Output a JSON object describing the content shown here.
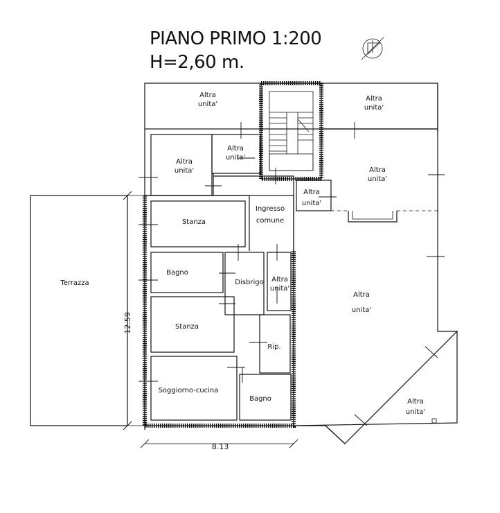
{
  "header": {
    "title": "PIANO PRIMO   1:200",
    "height": "H=2,60 m."
  },
  "north_icon": "north-arrow-icon",
  "rooms": {
    "altra_top_left": [
      "Altra",
      "unita'"
    ],
    "altra_top_right": [
      "Altra",
      "unita'"
    ],
    "altra_left": [
      "Altra",
      "unita'"
    ],
    "altra_mid": [
      "Altra",
      "unita'"
    ],
    "altra_right_upper": [
      "Altra",
      "unita'"
    ],
    "altra_small": [
      "Altra",
      "unita'"
    ],
    "altra_corridor": [
      "Altra",
      "unita'"
    ],
    "altra_big": [
      "Altra",
      "unita'"
    ],
    "altra_bottom_right": [
      "Altra",
      "unita'"
    ],
    "terrazza": "Terrazza",
    "stanza_1": "Stanza",
    "ingresso": [
      "Ingresso",
      "comune"
    ],
    "bagno_1": "Bagno",
    "disbrigo": "Disbrigo",
    "stanza_2": "Stanza",
    "rip": "Rip.",
    "soggiorno": "Soggiorno-cucina",
    "bagno_2": "Bagno"
  },
  "dimensions": {
    "height": "12.59",
    "width": "8.13"
  }
}
